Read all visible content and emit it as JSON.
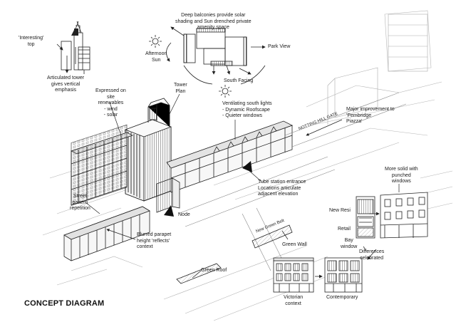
{
  "title": "CONCEPT DIAGRAM",
  "labels": {
    "interesting_top": "'Interesting'\ntop",
    "articulated_tower": "Articulated tower\ngives vertical\nemphasis",
    "deep_balconies": "Deep balconies provide solar\nshading and Sun drenched private\namenity space",
    "afternoon_sun": "Afternoon\nSun",
    "park_view": "Park View",
    "south_facing": "South Facing",
    "tower_plan": "Tower\nPlan",
    "renewables": "Expressed on\nsite\nrenewables\n- wind\n- solar",
    "ventilating": "Ventilating south lights\n- Dynamic Roofscape\n- Quieter windows",
    "major_improvement": "Major improvement to\n'Pembridge\nPiazza'",
    "notting_hill_gate": "NOTTING HILL GATE",
    "tube_station": "Tube station entrance\nLocations articulate\nadjacent elevation",
    "street_pattern": "Street\npattern\nrepetition",
    "node": "Node",
    "blurred_parapet": "Blurred parapet\nheight 'reflects'\ncontext",
    "new_green_belt": "New Green Belt",
    "green_wall": "Green Wall",
    "green_roof": "Green Roof",
    "more_solid": "More solid with\npunched\nwindows",
    "new_resi": "New Resi",
    "retail": "Retail",
    "bay_window": "Bay\nwindow",
    "differences": "Differences\ncelebrated",
    "victorian_context": "Victorian\ncontext",
    "contemporary": "Contemporary"
  }
}
